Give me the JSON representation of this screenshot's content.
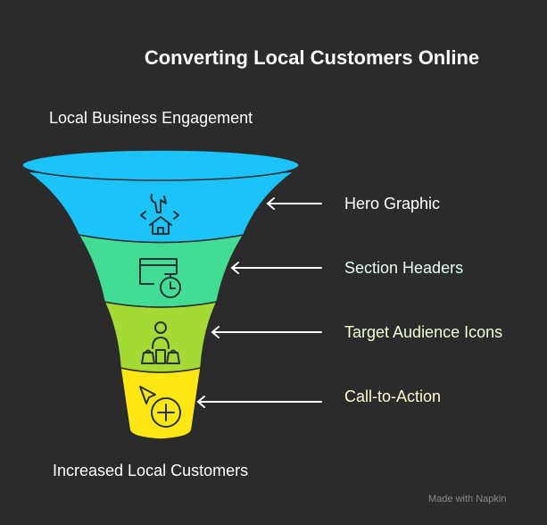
{
  "title": "Converting Local Customers Online",
  "top_label": "Local Business Engagement",
  "bottom_label": "Increased Local Customers",
  "stages": [
    {
      "label": "Hero Graphic",
      "color": "#1cc3fa",
      "text_color": "#ffffff",
      "icon": "hero-graphic-icon"
    },
    {
      "label": "Section Headers",
      "color": "#43dc94",
      "text_color": "#e9fff3",
      "icon": "browser-timer-icon"
    },
    {
      "label": "Target Audience Icons",
      "color": "#a5d936",
      "text_color": "#f3ffd8",
      "icon": "person-shopping-bags-icon"
    },
    {
      "label": "Call-to-Action",
      "color": "#ffe714",
      "text_color": "#fffbd3",
      "icon": "cursor-plus-icon"
    }
  ],
  "watermark": "Made with Napkin"
}
